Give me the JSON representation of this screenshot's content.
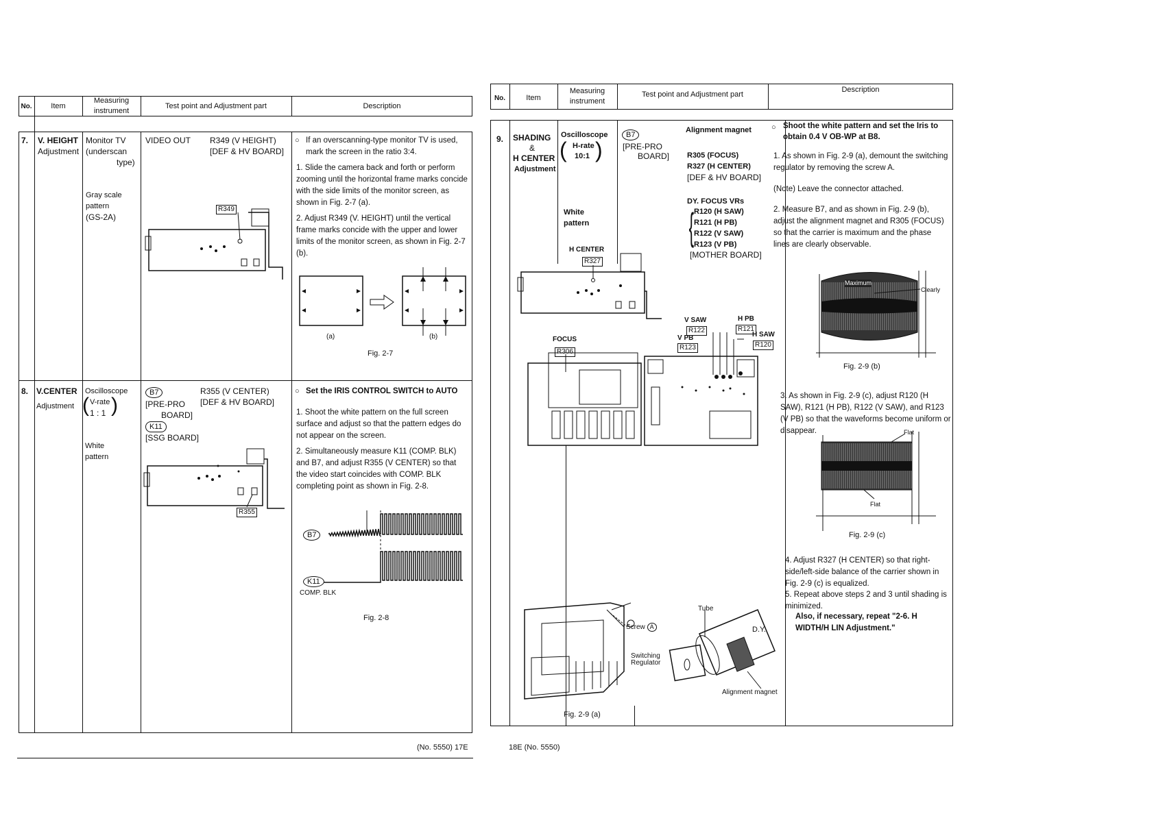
{
  "left_page": {
    "headers": {
      "no": "No.",
      "item": "Item",
      "measuring": "Measuring instrument",
      "test_point": "Test point and Adjustment part",
      "description": "Description"
    },
    "row7": {
      "no": "7.",
      "item_line1": "V. HEIGHT",
      "item_line2": "Adjustment",
      "instr_line1": "Monitor TV",
      "instr_line2": "(underscan",
      "instr_line3": "type)",
      "instr_line4": "Gray scale",
      "instr_line5": "pattern",
      "instr_line6": "(GS-2A)",
      "tp_left": "VIDEO OUT",
      "tp_part": "R349 (V HEIGHT)",
      "tp_board": "[DEF & HV BOARD]",
      "diagram_label": "R349",
      "desc_intro": "If an overscanning-type monitor TV is used, mark the screen in the ratio 3:4.",
      "desc_1": "1. Slide the camera back and forth or perform zooming until the horizontal frame marks concide with the side limits of the monitor screen, as shown in Fig. 2-7 (a).",
      "desc_2": "2. Adjust R349 (V. HEIGHT) until the vertical frame marks concide with the upper and lower limits of the monitor screen, as shown in Fig. 2-7 (b).",
      "fig_a": "(a)",
      "fig_b": "(b)",
      "fig_caption": "Fig. 2-7"
    },
    "row8": {
      "no": "8.",
      "item_line1": "V.CENTER",
      "item_line2": "Adjustment",
      "instr_line1": "Oscilloscope",
      "instr_line2": "V-rate",
      "instr_line3": "1 : 1",
      "instr_line4": "White",
      "instr_line5": "pattern",
      "tp_b7": "B7",
      "tp_part": "R355 (V CENTER)",
      "tp_board1": "[DEF & HV BOARD]",
      "tp_prepro": "[PRE-PRO",
      "tp_board2": "BOARD]",
      "tp_k11": "K11",
      "tp_ssg": "[SSG BOARD]",
      "diagram_label": "R355",
      "desc_intro": "Set the IRIS CONTROL SWITCH to AUTO",
      "desc_1": "1. Shoot the white pattern on the full screen surface and adjust so that the pattern edges do not appear on the screen.",
      "desc_2": "2. Simultaneously measure K11 (COMP. BLK) and B7, and adjust R355 (V CENTER) so that the video start coincides with COMP. BLK completing point as shown in Fig. 2-8.",
      "wave_b7": "B7",
      "wave_k11": "K11",
      "wave_comp": "COMP. BLK",
      "fig_caption": "Fig. 2-8"
    },
    "footer": "(No. 5550) 17E"
  },
  "right_page": {
    "headers": {
      "no": "No.",
      "item": "Item",
      "measuring": "Measuring instrument",
      "test_point": "Test point and Adjustment part",
      "description": "Description"
    },
    "row9": {
      "no": "9.",
      "item_line1": "SHADING",
      "item_line2": "&",
      "item_line3": "H CENTER",
      "item_line4": "Adjustment",
      "instr_line1": "Oscilloscope",
      "instr_line2": "H-rate",
      "instr_line3": "10:1",
      "instr_line4": "White",
      "instr_line5": "pattern",
      "tp_b7": "B7",
      "tp_magnet": "Alignment magnet",
      "tp_prepro": "[PRE-PRO",
      "tp_board": "BOARD]",
      "tp_r305": "R305 (FOCUS)",
      "tp_r327": "R327 (H CENTER)",
      "tp_def": "[DEF & HV BOARD]",
      "tp_dy": "DY. FOCUS VRs",
      "tp_r120": "R120 (H SAW)",
      "tp_r121": "R121 (H PB)",
      "tp_r122": "R122 (V SAW)",
      "tp_r123": "R123 (V PB)",
      "tp_mother": "[MOTHER BOARD]",
      "lbl_hcenter": "H CENTER",
      "lbl_r327": "R327",
      "lbl_focus": "FOCUS",
      "lbl_r306": "R306",
      "lbl_vsaw": "V SAW",
      "lbl_r122": "R122",
      "lbl_vpb": "V PB",
      "lbl_r123": "R123",
      "lbl_hpb": "H PB",
      "lbl_r121": "R121",
      "lbl_hsaw": "H SAW",
      "lbl_r120": "R120",
      "lbl_screw": "Screw",
      "lbl_switching": "Switching",
      "lbl_regulator": "Regulator",
      "lbl_tube": "Tube",
      "lbl_dy": "D.Y.",
      "lbl_align": "Alignment magnet",
      "fig_a_caption": "Fig. 2-9 (a)",
      "desc_intro": "Shoot the white pattern and set the Iris to obtain 0.4 V OB-WP at B8.",
      "desc_1": "1. As shown in Fig. 2-9 (a), demount the switching regulator by removing the screw A.",
      "desc_note": "(Note) Leave the connector attached.",
      "desc_2": "2. Measure B7, and as shown in Fig. 2-9 (b), adjust the alignment magnet and R305 (FOCUS) so that the carrier is maximum and the phase lines are clearly observable.",
      "lbl_maximum": "Maximum",
      "lbl_clearly": "Clearly",
      "fig_b_caption": "Fig. 2-9 (b)",
      "desc_3": "3. As shown in Fig. 2-9 (c), adjust R120 (H SAW), R121 (H PB), R122 (V SAW), and R123 (V PB) so that the waveforms become uniform or disappear.",
      "lbl_flat1": "Flat",
      "lbl_flat2": "Flat",
      "fig_c_caption": "Fig. 2-9 (c)",
      "desc_4": "4. Adjust R327 (H CENTER) so that right-side/left-side balance of the carrier shown in Fig. 2-9 (c) is equalized.",
      "desc_5": "5. Repeat above steps 2 and 3 until shading is minimized.",
      "desc_5b": "Also, if necessary, repeat \"2-6. H WIDTH/H LIN Adjustment.\""
    },
    "footer": "18E (No. 5550)"
  }
}
